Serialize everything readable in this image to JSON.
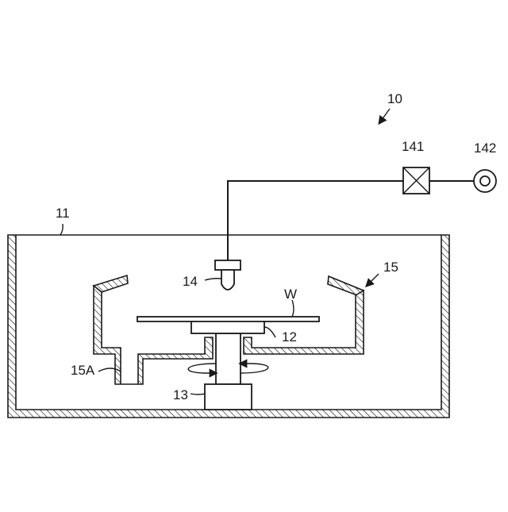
{
  "labels": {
    "apparatus": "10",
    "chamber": "11",
    "spin_chuck": "12",
    "motor": "13",
    "nozzle": "14",
    "cup": "15",
    "cup_drain": "15A",
    "valve": "141",
    "supply_source": "142",
    "wafer": "W"
  }
}
